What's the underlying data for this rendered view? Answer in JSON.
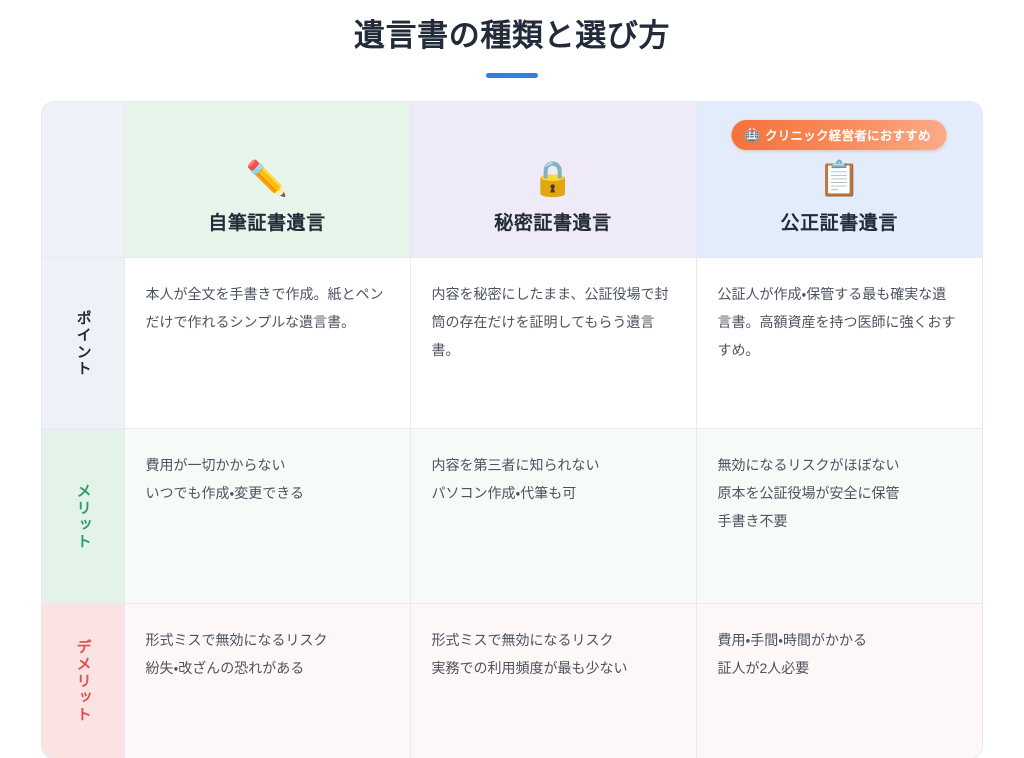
{
  "header": {
    "title": "遺言書の種類と選び方",
    "accent_color": "#2f80e0"
  },
  "table": {
    "columns": [
      {
        "id": "jihitsu",
        "title": "自筆証書遺言",
        "icon": "pencil-icon",
        "emoji": "✏️",
        "tone": "#e6f4ea",
        "badge": null
      },
      {
        "id": "himitsu",
        "title": "秘密証書遺言",
        "icon": "lock-icon",
        "emoji": "🔒",
        "tone": "#eeeaf8",
        "badge": null
      },
      {
        "id": "kosei",
        "title": "公正証書遺言",
        "icon": "clipboard-icon",
        "emoji": "📋",
        "tone": "#e3ecfa",
        "badge": {
          "label": "クリニック経営者におすすめ",
          "icon": "hospital-icon",
          "emoji": "🏥",
          "color": "#f4713a"
        }
      }
    ],
    "rows": [
      {
        "id": "point",
        "label": "ポイント",
        "label_color": "#1f2a38",
        "label_bg": "#eef1f7",
        "cells": [
          {
            "type": "paragraph",
            "text": "本人が全文を手書きで作成。紙とペンだけで作れるシンプルな遺言書。"
          },
          {
            "type": "paragraph",
            "text": "内容を秘密にしたまま、公証役場で封筒の存在だけを証明してもらう遺言書。"
          },
          {
            "type": "paragraph",
            "text": "公証人が作成・保管する最も確実な遺言書。高額資産を持つ医師に強くおすすめ。"
          }
        ]
      },
      {
        "id": "merit",
        "label": "メリット",
        "label_color": "#2e9c63",
        "label_bg": "#e4f3e9",
        "cells": [
          {
            "type": "list",
            "items": [
              "費用が一切かからない",
              "いつでも作成・変更できる"
            ]
          },
          {
            "type": "list",
            "items": [
              "内容を第三者に知られない",
              "パソコン作成・代筆も可"
            ]
          },
          {
            "type": "list",
            "items": [
              "無効になるリスクがほぼない",
              "原本を公証役場が安全に保管",
              "手書き不要"
            ]
          }
        ]
      },
      {
        "id": "demerit",
        "label": "デメリット",
        "label_color": "#e04f4f",
        "label_bg": "#fce3e3",
        "cells": [
          {
            "type": "list",
            "items": [
              "形式ミスで無効になるリスク",
              "紛失・改ざんの恐れがある"
            ]
          },
          {
            "type": "list",
            "items": [
              "形式ミスで無効になるリスク",
              "実務での利用頻度が最も少ない"
            ]
          },
          {
            "type": "list",
            "items": [
              "費用・手間・時間がかかる",
              "証人が2人必要"
            ]
          }
        ]
      }
    ]
  }
}
